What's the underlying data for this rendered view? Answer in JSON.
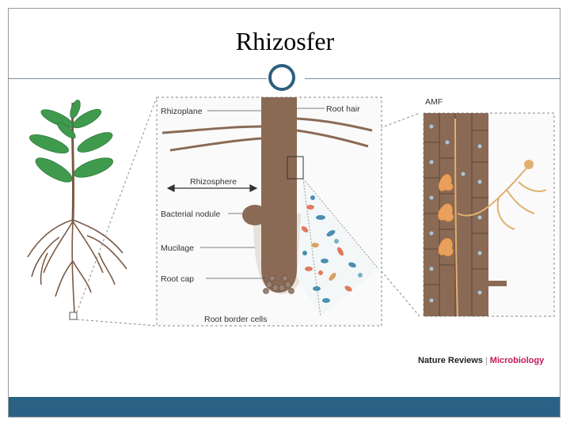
{
  "slide": {
    "title": "Rhizosfer"
  },
  "figure": {
    "labels": {
      "rhizoplane": "Rhizoplane",
      "root_hair": "Root hair",
      "rhizosphere": "Rhizosphere",
      "bacterial_nodule": "Bacterial nodule",
      "mucilage": "Mucilage",
      "root_cap": "Root cap",
      "root_border_cells": "Root border cells",
      "amf": "AMF"
    },
    "credit": {
      "journal": "Nature Reviews",
      "section": "Microbiology"
    }
  },
  "colors": {
    "footer_bar": "#2a6184",
    "ring": "#2c5f7f",
    "root": "#8a6a55",
    "leaf": "#3f9a4e"
  }
}
